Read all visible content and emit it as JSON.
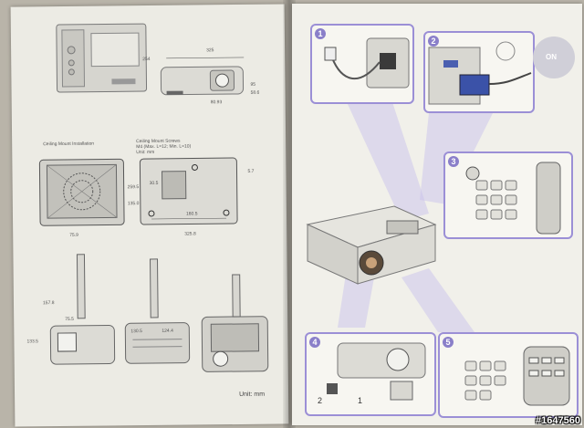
{
  "left_page": {
    "dims_top": {
      "d325": "325",
      "d254": "254",
      "d95": "95",
      "d586": "58.6",
      "d8093": "80.93"
    },
    "ceiling_install_label": "Ceiling Mount Installation",
    "screws_title": "Ceiling Mount Screws",
    "screws_spec": "M4 (Max. L=12; Min. L=10)",
    "screws_unit": "Unit: mm",
    "dims_mid": {
      "d2595": "259.5",
      "d1350": "135.0",
      "d305": "30.5",
      "d1605": "160.5",
      "d3258": "325.8",
      "d759": "75.9",
      "d57": "5.7"
    },
    "dims_bottom": {
      "d1578": "157.8",
      "d755": "75.5",
      "d1305": "130.5",
      "d1244": "124.4",
      "d1335": "133.5"
    },
    "unit_label": "Unit: mm"
  },
  "right_page": {
    "steps": [
      "1",
      "2",
      "3",
      "4",
      "5"
    ],
    "on_label": "ON",
    "step4_labels": {
      "a": "2",
      "b": "1"
    }
  },
  "watermark": "#1647560",
  "colors": {
    "accent": "#8a7fc9",
    "page": "#ecebe4",
    "device": "#d9d8d2"
  }
}
